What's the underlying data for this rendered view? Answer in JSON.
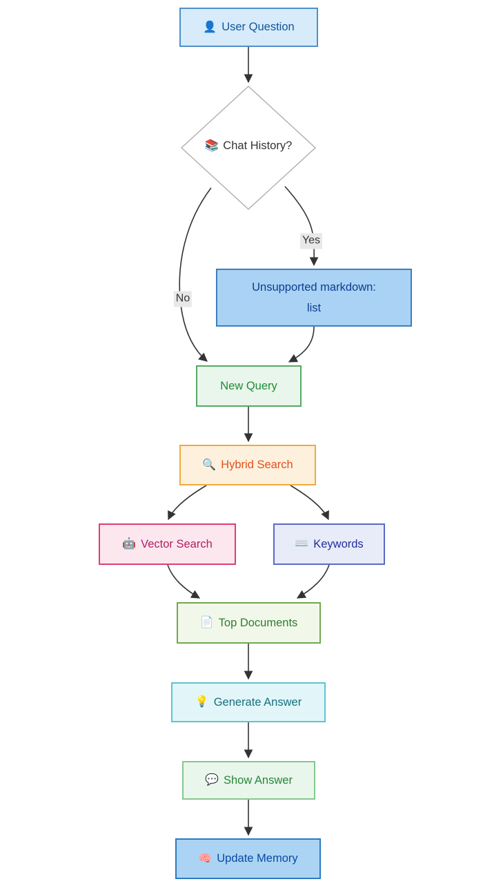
{
  "diagram": {
    "type": "flowchart",
    "direction": "top-down",
    "nodes": {
      "user_question": {
        "label": "User Question",
        "icon": "👤",
        "icon_name": "user-icon",
        "bg": "#d7ebfa",
        "border": "#4e8fcb",
        "color": "#11569c"
      },
      "chat_history": {
        "label": "Chat History?",
        "icon": "📚",
        "icon_name": "books-icon",
        "bg": "#ffffff",
        "border": "#aaaaaa",
        "color": "#333333",
        "shape": "diamond"
      },
      "unsupported_markdown": {
        "label_line1": "Unsupported markdown:",
        "label_line2": "list",
        "bg": "#a9d2f4",
        "border": "#3b7fc0",
        "color": "#0d3d91"
      },
      "new_query": {
        "label": "New Query",
        "bg": "#e9f6eb",
        "border": "#57a863",
        "color": "#1f8b34"
      },
      "hybrid_search": {
        "label": "Hybrid Search",
        "icon": "🔍",
        "icon_name": "magnifier-icon",
        "bg": "#fdf1dd",
        "border": "#f2a93b",
        "color": "#e24f20"
      },
      "vector_search": {
        "label": "Vector Search",
        "icon": "🤖",
        "icon_name": "robot-icon",
        "bg": "#fce7ef",
        "border": "#dc3b78",
        "color": "#b0205e"
      },
      "keywords": {
        "label": "Keywords",
        "icon": "⌨️",
        "icon_name": "keyboard-icon",
        "bg": "#e8ebf8",
        "border": "#5a6ac4",
        "color": "#202da0"
      },
      "top_documents": {
        "label": "Top Documents",
        "icon": "📄",
        "icon_name": "document-icon",
        "bg": "#f2f8e9",
        "border": "#6fa84e",
        "color": "#2d7d32"
      },
      "generate_answer": {
        "label": "Generate Answer",
        "icon": "💡",
        "icon_name": "lightbulb-icon",
        "bg": "#e2f6f9",
        "border": "#5ac4d2",
        "color": "#15707c"
      },
      "show_answer": {
        "label": "Show Answer",
        "icon": "💬",
        "icon_name": "speech-bubble-icon",
        "bg": "#e9f6ec",
        "border": "#86c78f",
        "color": "#278738"
      },
      "update_memory": {
        "label": "Update Memory",
        "icon": "🧠",
        "icon_name": "brain-icon",
        "bg": "#abd4f4",
        "border": "#2b7ac1",
        "color": "#0a4aa3"
      }
    },
    "edge_labels": {
      "yes": "Yes",
      "no": "No"
    },
    "edges": [
      {
        "from": "user_question",
        "to": "chat_history"
      },
      {
        "from": "chat_history",
        "to": "unsupported_markdown",
        "label": "Yes"
      },
      {
        "from": "chat_history",
        "to": "new_query",
        "label": "No"
      },
      {
        "from": "unsupported_markdown",
        "to": "new_query"
      },
      {
        "from": "new_query",
        "to": "hybrid_search"
      },
      {
        "from": "hybrid_search",
        "to": "vector_search"
      },
      {
        "from": "hybrid_search",
        "to": "keywords"
      },
      {
        "from": "vector_search",
        "to": "top_documents"
      },
      {
        "from": "keywords",
        "to": "top_documents"
      },
      {
        "from": "top_documents",
        "to": "generate_answer"
      },
      {
        "from": "generate_answer",
        "to": "show_answer"
      },
      {
        "from": "show_answer",
        "to": "update_memory"
      }
    ],
    "edge_color": "#333333"
  }
}
